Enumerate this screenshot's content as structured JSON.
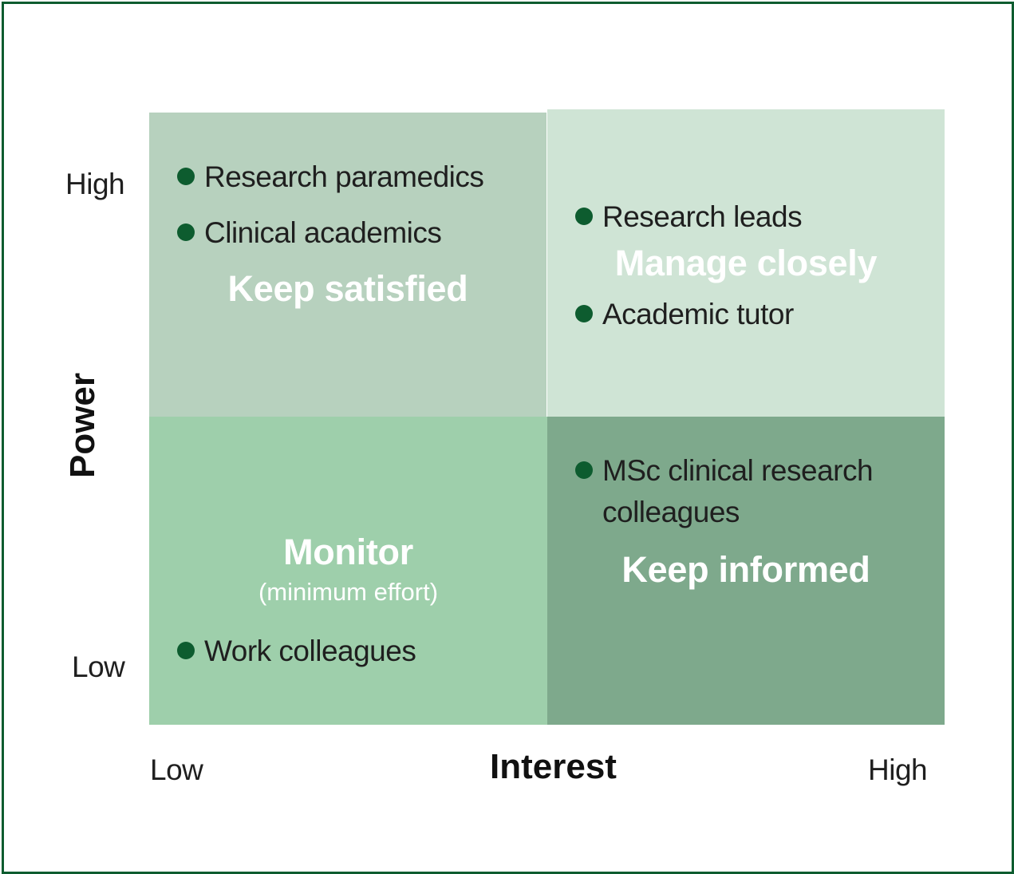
{
  "axes": {
    "y_title": "Power",
    "y_high": "High",
    "y_low": "Low",
    "x_title": "Interest",
    "x_low": "Low",
    "x_high": "High"
  },
  "quadrants": {
    "top_left": {
      "label": "Keep satisfied",
      "items": [
        "Research paramedics",
        "Clinical academics"
      ]
    },
    "top_right": {
      "label": "Manage closely",
      "items": [
        "Research leads",
        "Academic tutor"
      ]
    },
    "bottom_left": {
      "label": "Monitor",
      "sublabel": "(minimum effort)",
      "items": [
        "Work colleagues"
      ]
    },
    "bottom_right": {
      "label": "Keep informed",
      "items": [
        "MSc clinical research colleagues"
      ]
    }
  },
  "colors": {
    "border": "#0d5c2f",
    "bullet": "#0d5c2f",
    "top_left_fill": "#b7d1be",
    "top_right_fill": "#cfe4d5",
    "bottom_left_fill": "#9ecfab",
    "bottom_right_fill": "#7ea98c"
  }
}
